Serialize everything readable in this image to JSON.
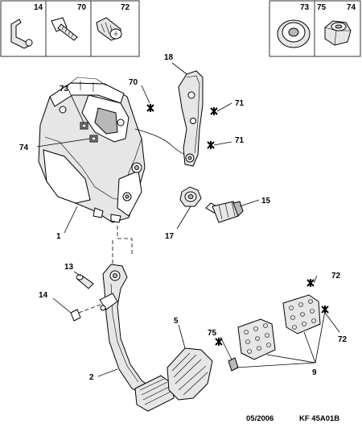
{
  "legend_left": [
    {
      "ref": "14",
      "icon": "clip-icon"
    },
    {
      "ref": "70",
      "icon": "bolt-icon"
    },
    {
      "ref": "72",
      "icon": "screw-icon"
    }
  ],
  "legend_right": [
    {
      "ref": "73",
      "icon": "washer-nut-icon"
    },
    {
      "ref": "75",
      "icon": ""
    },
    {
      "ref": "74",
      "icon": "hex-nut-icon"
    }
  ],
  "callouts": {
    "c18": "18",
    "c70": "70",
    "c73": "73",
    "c71a": "71",
    "c71b": "71",
    "c74": "74",
    "c15": "15",
    "c17": "17",
    "c1": "1",
    "c13": "13",
    "c14": "14",
    "c72a": "72",
    "c72b": "72",
    "c5": "5",
    "c75": "75",
    "c2": "2",
    "c9": "9"
  },
  "footer": {
    "date": "05/2006",
    "reference": "KF 45A01B"
  }
}
